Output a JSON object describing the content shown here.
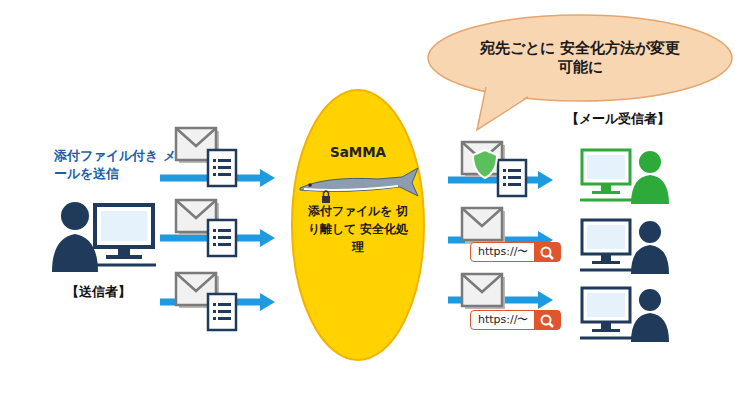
{
  "diagram": {
    "nodes": [
      {
        "text": [
          "宛先ごとに 安全化方法が変更可能に"
        ]
      },
      {
        "text": [
          "SaMMA",
          "添付ファイルを 切り離して 安全化処理"
        ]
      },
      {
        "text": [
          "https://〜"
        ]
      },
      {
        "text": [
          "https://〜"
        ]
      }
    ],
    "labels": [
      "添付ファイル付き メールを送信",
      "【送信者】",
      "【メール受信者】"
    ]
  }
}
